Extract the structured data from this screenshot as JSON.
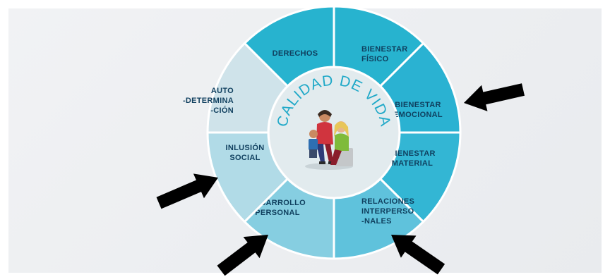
{
  "diagram": {
    "center_title": "CALIDAD DE VIDA",
    "segments": [
      {
        "id": "derechos",
        "lines": [
          "DERECHOS"
        ],
        "color": "#27b3cf",
        "text_color": "#0f3f5e"
      },
      {
        "id": "bienestar-fisico",
        "lines": [
          "BIENESTAR",
          "FÍSICO"
        ],
        "color": "#27b3cf",
        "text_color": "#0f3f5e"
      },
      {
        "id": "bienestar-emocional",
        "lines": [
          "BIENESTAR",
          "EMOCIONAL"
        ],
        "color": "#2ab2d2",
        "text_color": "#0f3f5e"
      },
      {
        "id": "bienestar-material",
        "lines": [
          "BIENESTAR",
          "MATERIAL"
        ],
        "color": "#33b6d4",
        "text_color": "#0f3f5e"
      },
      {
        "id": "relaciones-interpersonales",
        "lines": [
          "RELACIONES",
          "INTERPERSO",
          "-NALES"
        ],
        "color": "#5fc2dc",
        "text_color": "#0f3f5e"
      },
      {
        "id": "desarrollo-personal",
        "lines": [
          "DESARROLLO",
          "PERSONAL"
        ],
        "color": "#86cee1",
        "text_color": "#0f3f5e"
      },
      {
        "id": "inclusion-social",
        "lines": [
          "INLUSIÓN",
          "SOCIAL"
        ],
        "color": "#b1dbe7",
        "text_color": "#0f3f5e"
      },
      {
        "id": "autodeterminacion",
        "lines": [
          "AUTO",
          "-DETERMINA",
          "-CIÓN"
        ],
        "color": "#cfe3ea",
        "text_color": "#0f3f5e"
      }
    ],
    "arrows": [
      {
        "id": "arrow-emocional",
        "target": "bienestar-emocional"
      },
      {
        "id": "arrow-inclusion",
        "target": "inclusion-social"
      },
      {
        "id": "arrow-desarrollo",
        "target": "desarrollo-personal"
      },
      {
        "id": "arrow-relaciones",
        "target": "relaciones-interpersonales"
      }
    ],
    "colors": {
      "center_circle": "#e2ebee",
      "divider": "#ffffff",
      "title": "#21a9c8",
      "arrow": "#000000"
    }
  }
}
